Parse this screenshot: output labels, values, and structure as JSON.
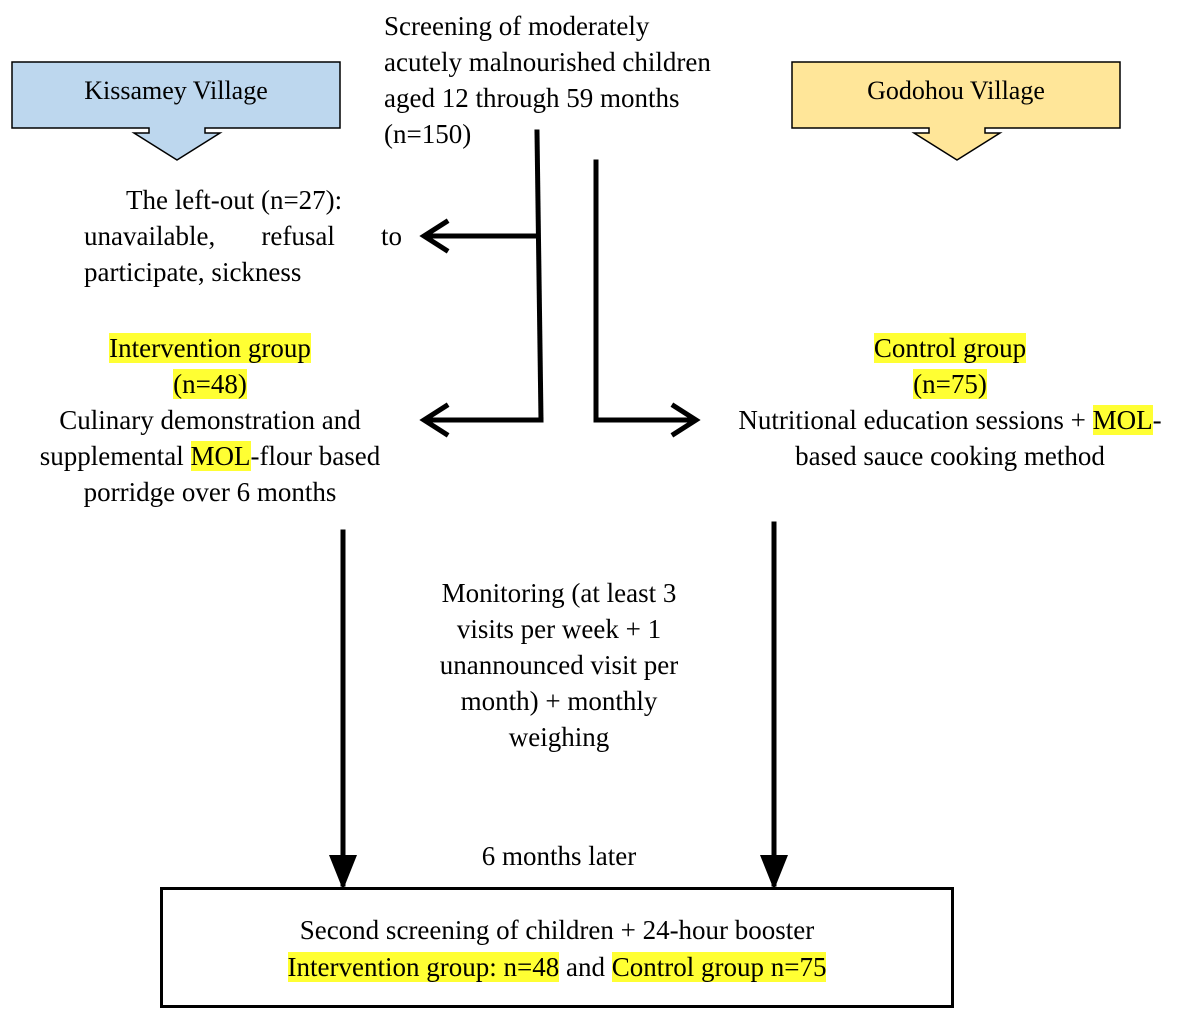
{
  "villages": {
    "left": {
      "label": "Kissamey Village",
      "color": "#bdd7ee"
    },
    "right": {
      "label": "Godohou Village",
      "color": "#ffe699"
    }
  },
  "screening": {
    "line1": "Screening of moderately",
    "line2": "acutely malnourished children",
    "line3": "aged 12 through 59 months",
    "line4": "(n=150)"
  },
  "left_out": {
    "line1": "The left-out (n=27):",
    "line2a": "unavailable,",
    "line2b": "refusal",
    "line2c": "to",
    "line3": "participate, sickness"
  },
  "intervention": {
    "title": "Intervention group",
    "n": "(n=48)",
    "line1": "Culinary demonstration and",
    "line2_pre": "supplemental ",
    "line2_hl": "MOL",
    "line2_post": "-flour based",
    "line3": "porridge over 6 months"
  },
  "control": {
    "title": "Control group",
    "n": "(n=75)",
    "line1_pre": "Nutritional education sessions + ",
    "line1_hl": "MOL",
    "line1_post": "-",
    "line2": "based sauce cooking method"
  },
  "monitoring": {
    "line1": "Monitoring (at least 3",
    "line2": "visits per week + 1",
    "line3": "unannounced visit per",
    "line4": "month) + monthly",
    "line5": "weighing"
  },
  "later": "6 months later",
  "final": {
    "line1": "Second screening of children + 24-hour booster",
    "line2_a": "Intervention group: n=48",
    "line2_mid": " and ",
    "line2_b": "Control group n=75"
  },
  "colors": {
    "highlight": "#ffff33",
    "arrow": "#000000"
  }
}
